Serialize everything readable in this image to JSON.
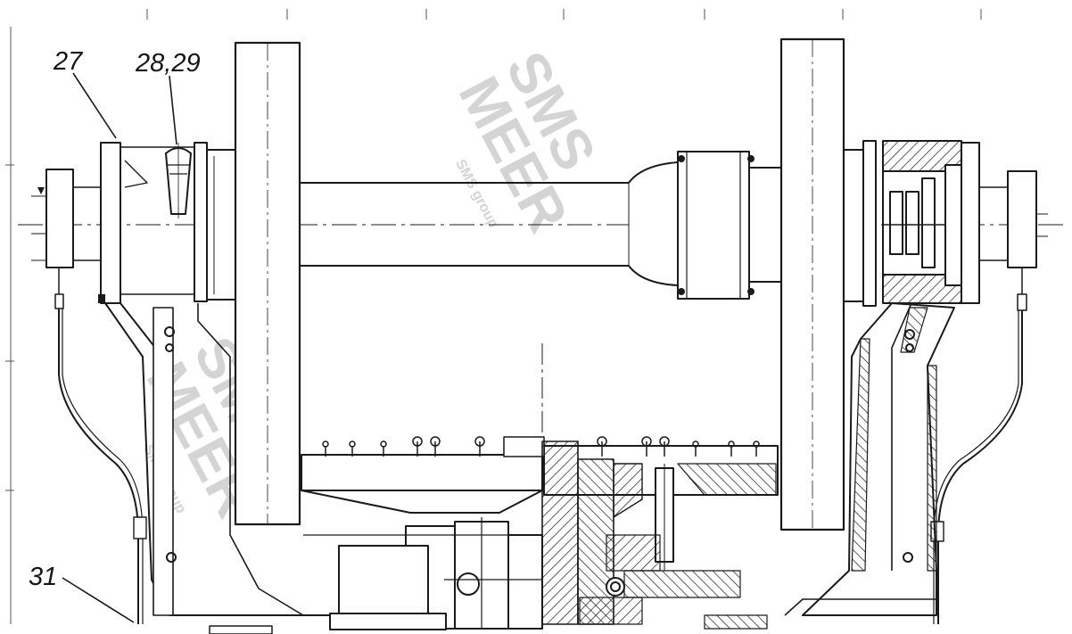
{
  "callouts": {
    "c27": "27",
    "c2829": "28,29",
    "c31": "31"
  },
  "watermark": {
    "brand": "SMS",
    "name": "MEER",
    "sub": "SMS group"
  },
  "colors": {
    "ink": "#1a1a1a",
    "paper": "#ffffff",
    "watermark": "#d4d4d4"
  }
}
